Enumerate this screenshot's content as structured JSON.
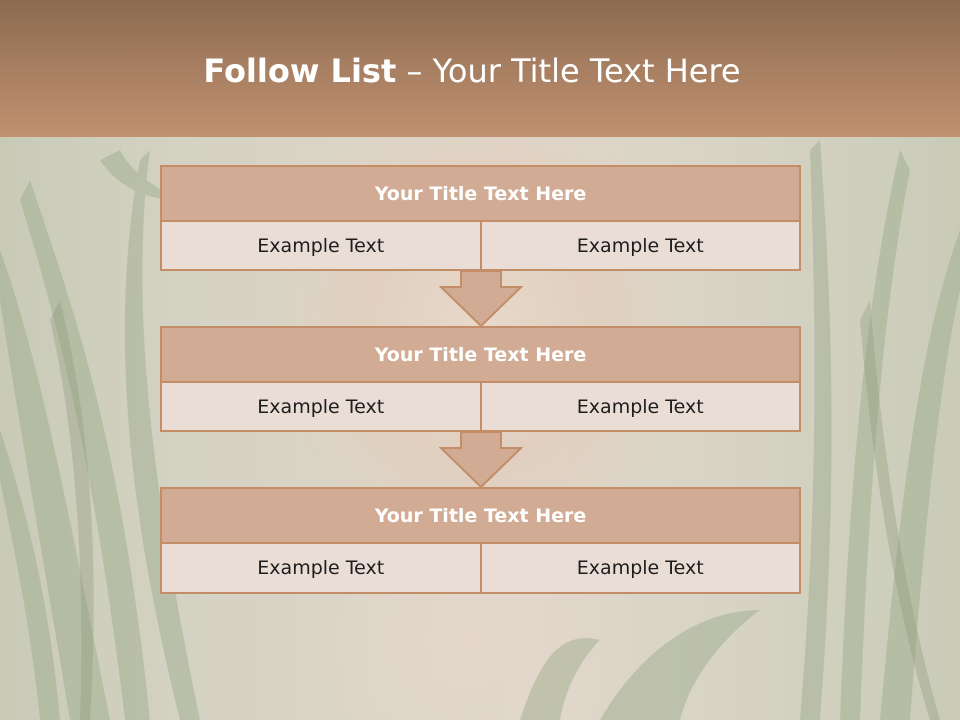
{
  "slide": {
    "title_bold": "Follow List",
    "title_rest": " – Your Title Text Here"
  },
  "steps": [
    {
      "title": "Your Title Text Here",
      "left": "Example Text",
      "right": "Example Text"
    },
    {
      "title": "Your Title Text Here",
      "left": "Example Text",
      "right": "Example Text"
    },
    {
      "title": "Your Title Text Here",
      "left": "Example Text",
      "right": "Example Text"
    }
  ],
  "colors": {
    "header": "#a57d60",
    "box_title": "#d1ab93",
    "box_border": "#c38d68",
    "cell": "#eaddd6"
  }
}
